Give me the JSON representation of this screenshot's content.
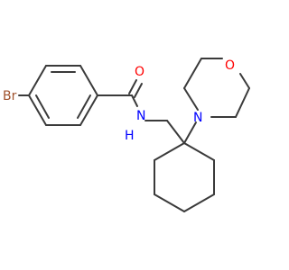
{
  "atoms": {
    "bromine": {
      "label": "Br",
      "color": "#a0522d"
    },
    "carbonyl_oxygen": {
      "label": "O",
      "color": "#ff0000"
    },
    "amide_nitrogen": {
      "label": "N",
      "color": "#0000ff"
    },
    "amide_hydrogen": {
      "label": "H",
      "color": "#0000ff"
    },
    "morpholine_nitrogen": {
      "label": "N",
      "color": "#0000ff"
    },
    "morpholine_oxygen": {
      "label": "O",
      "color": "#ff0000"
    }
  },
  "bond_color": "#3a3a3a"
}
